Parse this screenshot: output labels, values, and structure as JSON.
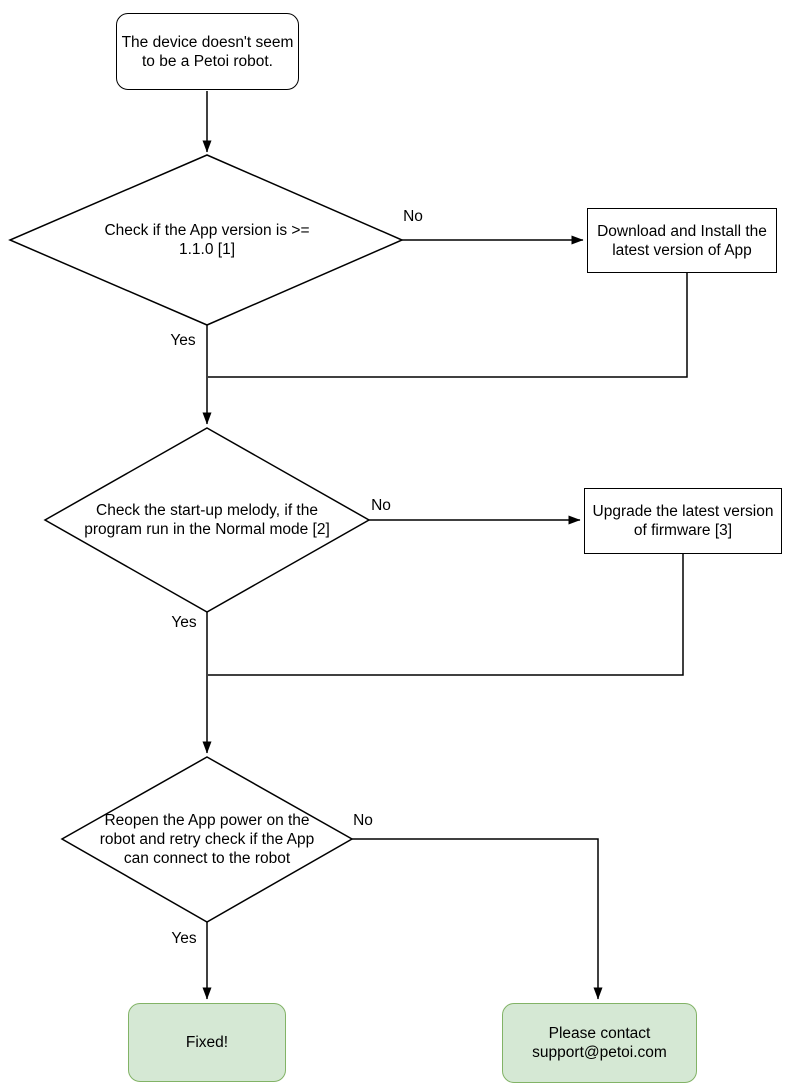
{
  "diagram_title": "Petoi robot connection troubleshooting flowchart",
  "colors": {
    "background": "#ffffff",
    "line": "#000000",
    "node_fill": "#ffffff",
    "node_stroke": "#000000",
    "terminal_fill": "#d5e8d4",
    "terminal_stroke": "#82b366",
    "text": "#000000"
  },
  "nodes": {
    "start": {
      "type": "rounded",
      "text": "The device doesn't seem\nto be a Petoi robot."
    },
    "decision_app_version": {
      "type": "decision",
      "text": "Check if the  App version\nis >= 1.1.0 [1]"
    },
    "process_download_app": {
      "type": "process",
      "text": "Download and Install the\nlatest version of App"
    },
    "decision_startup_melody": {
      "type": "decision",
      "text": "Check the start-up melody,\nif the program run\nin the Normal mode [2]"
    },
    "process_upgrade_firmware": {
      "type": "process",
      "text": "Upgrade the latest version\nof firmware [3]"
    },
    "decision_reconnect": {
      "type": "decision",
      "text": "Reopen the App\npower on the robot\nand retry\ncheck if the App can\nconnect to\nthe robot"
    },
    "terminal_fixed": {
      "type": "terminal",
      "text": "Fixed!"
    },
    "terminal_contact": {
      "type": "terminal",
      "text": "Please contact\nsupport@petoi.com"
    }
  },
  "edge_labels": {
    "d1_no": "No",
    "d1_yes": "Yes",
    "d2_no": "No",
    "d2_yes": "Yes",
    "d3_no": "No",
    "d3_yes": "Yes"
  }
}
